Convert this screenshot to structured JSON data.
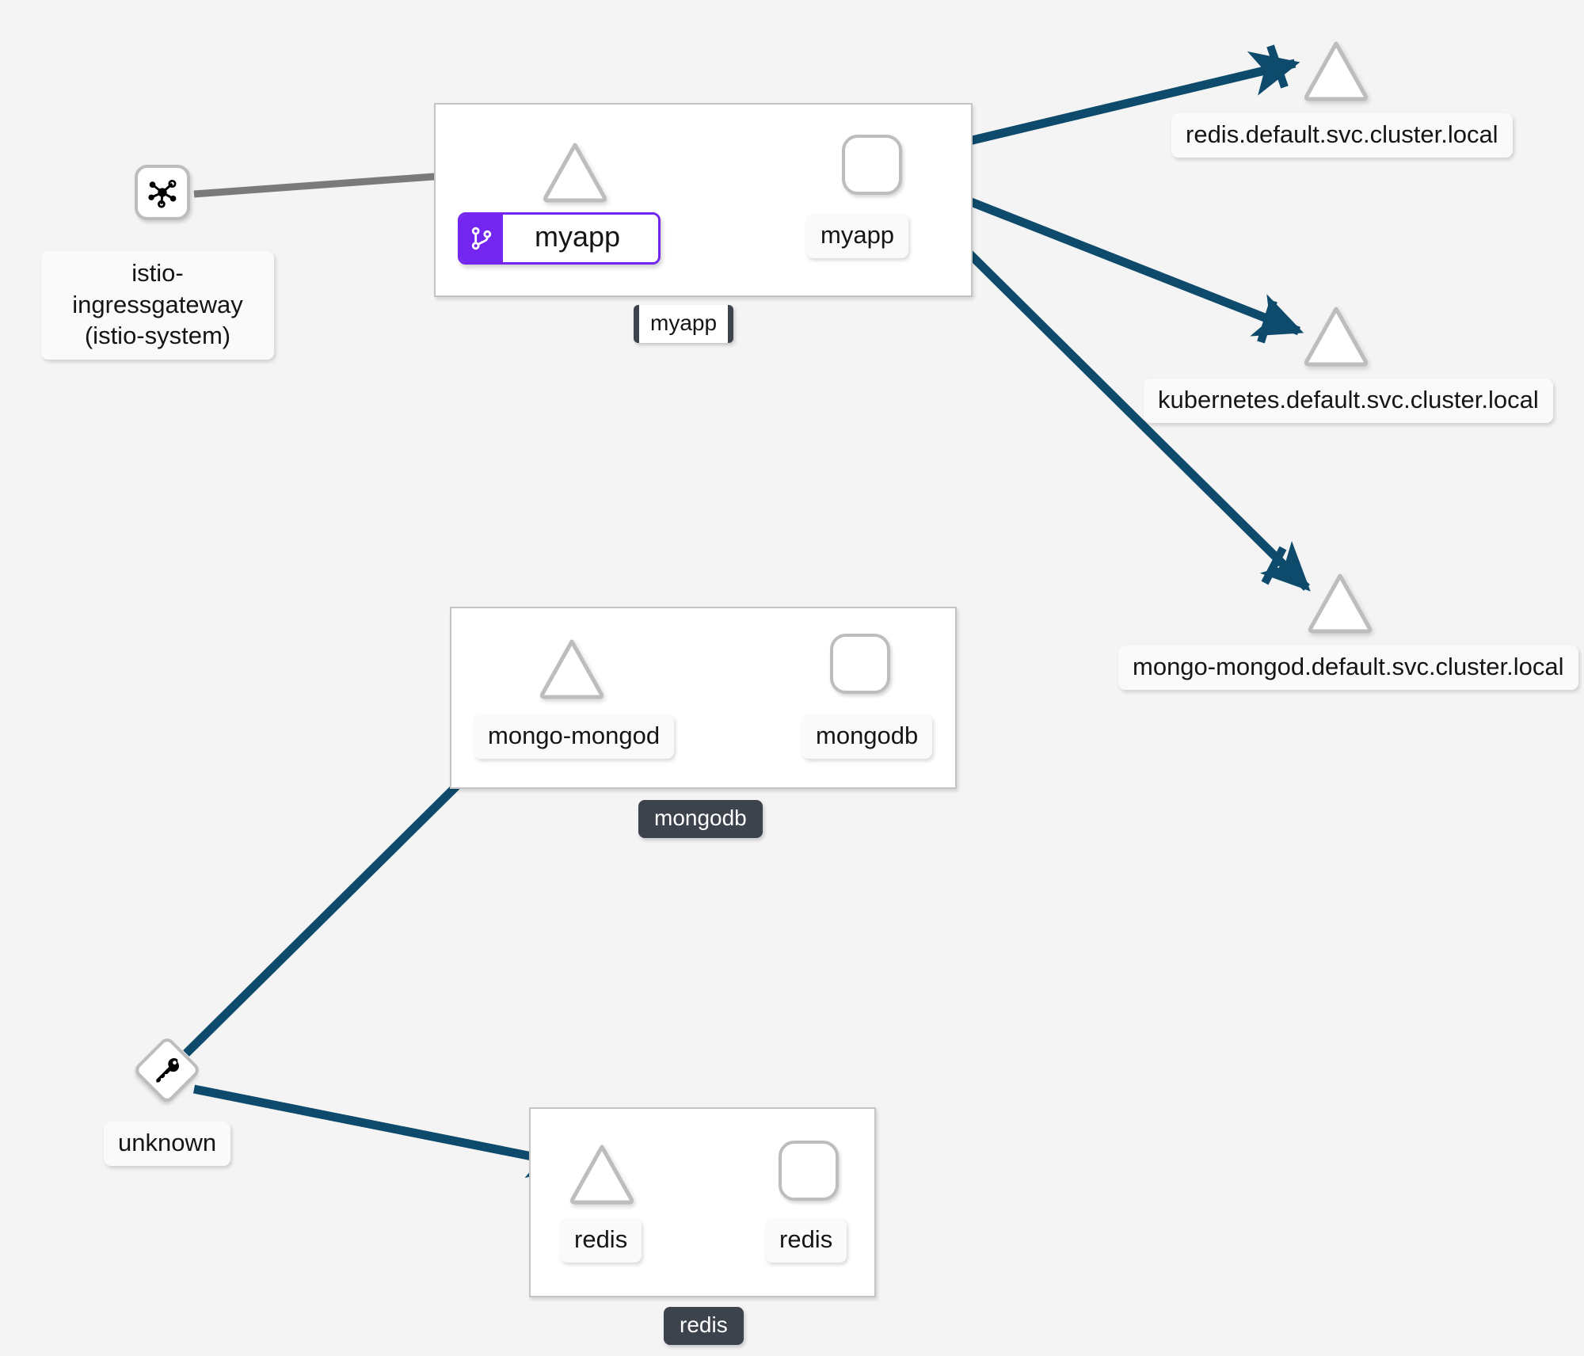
{
  "app": {
    "view": "service-mesh-graph",
    "background_color": "#f4f4f4",
    "edge_color_secure": "#0d4a6b",
    "edge_color_plain": "#7a7a7a",
    "badge_color": "#7326f0",
    "namespace_badge_color": "#3c434d"
  },
  "namespaces": [
    {
      "id": "myapp",
      "label": "myapp",
      "selected": true
    },
    {
      "id": "mongodb",
      "label": "mongodb",
      "selected": false
    },
    {
      "id": "redis",
      "label": "redis",
      "selected": false
    }
  ],
  "nodes": {
    "istio_ingressgateway": {
      "label_line1": "istio-ingressgateway",
      "label_line2": "(istio-system)",
      "icon": "mesh-icon",
      "shape": "rounded-square"
    },
    "myapp_service": {
      "label": "myapp",
      "shape": "triangle",
      "selected": true,
      "badge_icon": "git-branch-icon"
    },
    "myapp_app": {
      "label": "myapp",
      "shape": "rounded-square"
    },
    "redis_svc_fqdn": {
      "label": "redis.default.svc.cluster.local",
      "shape": "triangle"
    },
    "kubernetes_svc_fqdn": {
      "label": "kubernetes.default.svc.cluster.local",
      "shape": "triangle"
    },
    "mongo_svc_fqdn": {
      "label": "mongo-mongod.default.svc.cluster.local",
      "shape": "triangle"
    },
    "mongo_mongod_service": {
      "label": "mongo-mongod",
      "shape": "triangle"
    },
    "mongodb_app": {
      "label": "mongodb",
      "shape": "rounded-square"
    },
    "unknown": {
      "label": "unknown",
      "icon": "key-icon",
      "shape": "diamond"
    },
    "redis_service": {
      "label": "redis",
      "shape": "triangle"
    },
    "redis_app": {
      "label": "redis",
      "shape": "rounded-square"
    }
  },
  "edges": [
    {
      "from": "istio_ingressgateway",
      "to": "myapp_service",
      "secure": false
    },
    {
      "from": "myapp_service",
      "to": "myapp_app",
      "secure": false
    },
    {
      "from": "myapp_app",
      "to": "redis_svc_fqdn",
      "secure": true
    },
    {
      "from": "myapp_app",
      "to": "kubernetes_svc_fqdn",
      "secure": true
    },
    {
      "from": "myapp_app",
      "to": "mongo_svc_fqdn",
      "secure": true
    },
    {
      "from": "mongo_mongod_service",
      "to": "mongodb_app",
      "secure": true
    },
    {
      "from": "unknown",
      "to": "mongo_mongod_service",
      "secure": true
    },
    {
      "from": "unknown",
      "to": "redis_service",
      "secure": true
    },
    {
      "from": "redis_service",
      "to": "redis_app",
      "secure": true
    }
  ]
}
